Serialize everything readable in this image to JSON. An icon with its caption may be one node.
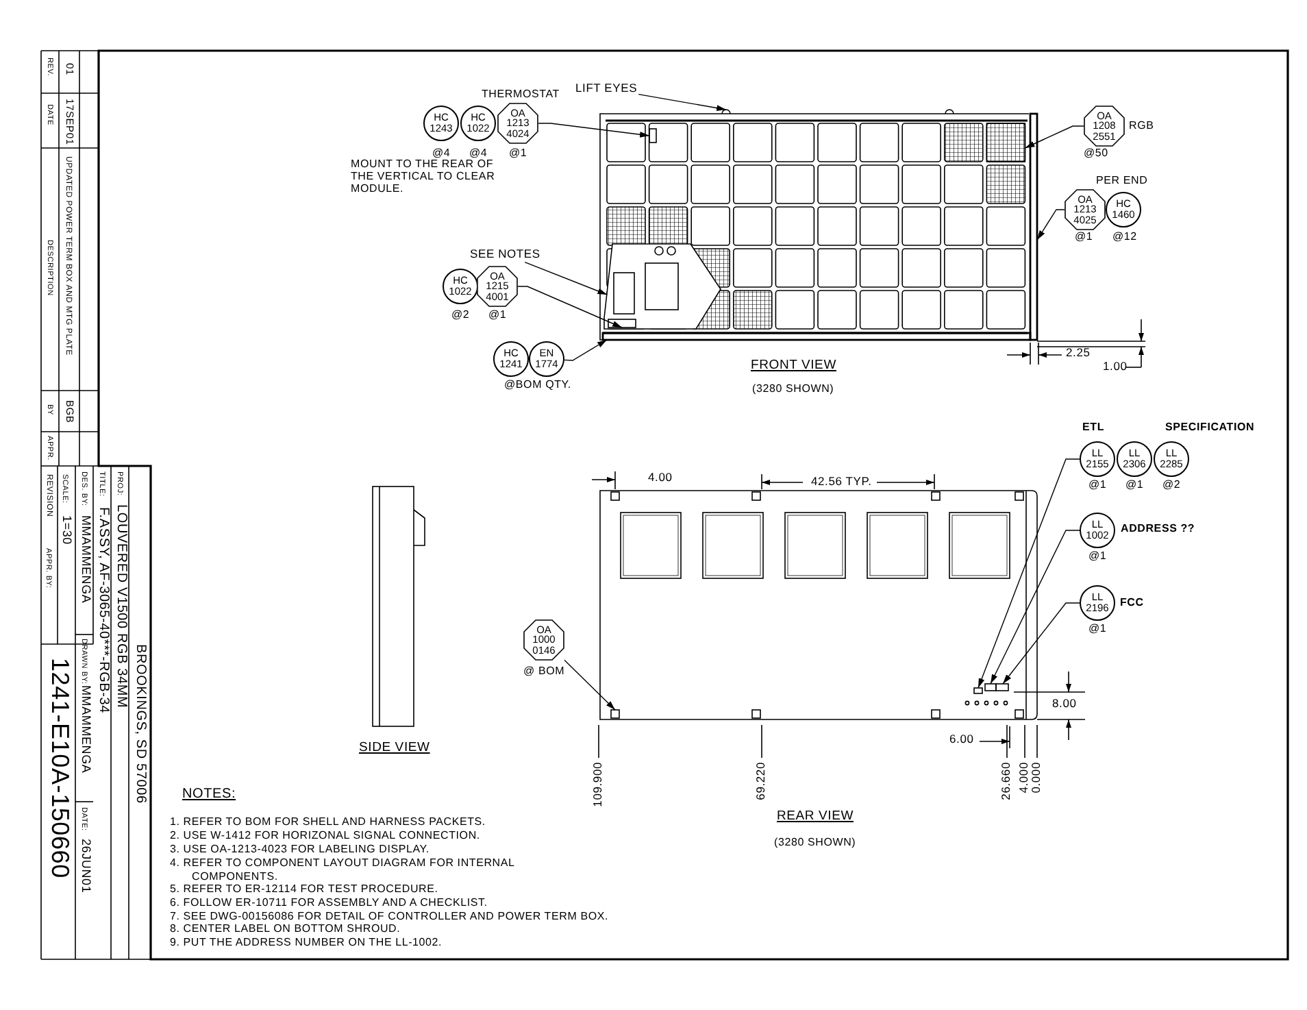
{
  "diagram": {
    "nodes": [
      {
        "text": [
          "LIFT EYES"
        ]
      },
      {
        "text": [
          "HC 1243"
        ],
        "beside": [
          "@4"
        ]
      },
      {
        "text": [
          "HC 1022"
        ],
        "beside": [
          "@4"
        ]
      },
      {
        "text": [
          "OA 1213 4024"
        ],
        "beside": [
          "THERMOSTAT",
          "@1"
        ]
      },
      {
        "text": [
          "SEE NOTES"
        ]
      },
      {
        "text": [
          "HC 1022"
        ],
        "beside": [
          "@2"
        ]
      },
      {
        "text": [
          "OA 1215 4001"
        ],
        "beside": [
          "@1"
        ]
      },
      {
        "text": [
          "HC 1241"
        ]
      },
      {
        "text": [
          "EN 1774"
        ]
      },
      {
        "text": [
          "OA 1208 2551"
        ],
        "beside": [
          "RGB",
          "@50"
        ]
      },
      {
        "text": [
          "OA 1213 4025"
        ],
        "beside": [
          "@1"
        ]
      },
      {
        "text": [
          "HC 1460"
        ],
        "beside": [
          "@12"
        ]
      },
      {
        "text": [
          "LL 2155"
        ],
        "beside": [
          "ETL",
          "@1"
        ]
      },
      {
        "text": [
          "LL 2306"
        ],
        "beside": [
          "@1"
        ]
      },
      {
        "text": [
          "LL 2285"
        ],
        "beside": [
          "SPECIFICATION",
          "@2"
        ]
      },
      {
        "text": [
          "LL 1002"
        ],
        "beside": [
          "ADDRESS ??",
          "@1"
        ]
      },
      {
        "text": [
          "LL 2196"
        ],
        "beside": [
          "FCC",
          "@1"
        ]
      },
      {
        "text": [
          "OA 1000 0146"
        ],
        "beside": [
          "@ BOM"
        ]
      },
      {
        "text": [],
        "shape": "loop"
      },
      {
        "text": [],
        "shape": "box"
      },
      {
        "text": [],
        "shape": "polygon"
      },
      {
        "text": [],
        "shape": "box",
        "in": 20
      },
      {
        "text": [],
        "shape": "bar"
      },
      {
        "text": [],
        "shape": "box"
      },
      {
        "text": [],
        "shape": "bar"
      },
      {
        "text": [],
        "shape": "box"
      },
      {
        "text": [],
        "shape": "box"
      },
      {
        "text": [],
        "shape": "box"
      },
      {
        "text": [],
        "shape": "box"
      }
    ],
    "edges": [
      {
        "from": 0,
        "to": 18,
        "arrow": "to"
      },
      {
        "from": 3,
        "to": 19,
        "arrow": "to"
      },
      {
        "from": 4,
        "to": 20,
        "arrow": "to"
      },
      {
        "from": 6,
        "to": 21,
        "arrow": "to"
      },
      {
        "from": 8,
        "to": 22,
        "arrow": "to"
      },
      {
        "from": 9,
        "to": 23,
        "arrow": "to"
      },
      {
        "from": 10,
        "to": 24,
        "arrow": "to"
      },
      {
        "from": 12,
        "to": 25,
        "arrow": "to"
      },
      {
        "from": 15,
        "to": 26,
        "arrow": "to"
      },
      {
        "from": 16,
        "to": 27,
        "arrow": "to"
      },
      {
        "from": 17,
        "to": 28,
        "arrow": "to"
      }
    ],
    "labels": [
      "MOUNT TO THE REAR OF THE VERTICAL TO CLEAR MODULE.",
      "PER END",
      "FRONT VIEW",
      "(3280 SHOWN)",
      "2.25",
      "1.00",
      "4.00",
      "42.56 TYP.",
      "SIDE VIEW",
      "REAR VIEW",
      "(3280 SHOWN)",
      "109.900",
      "69.220",
      "26.660",
      "4.000",
      "0.000",
      "8.00",
      "6.00",
      "@BOM QTY.",
      "NOTES:",
      "1. REFER TO BOM FOR SHELL AND HARNESS PACKETS.",
      "2. USE W-1412 FOR HORIZONAL SIGNAL CONNECTION.",
      "3. USE OA-1213-4023 FOR LABELING DISPLAY.",
      "4. REFER TO COMPONENT LAYOUT DIAGRAM FOR INTERNAL COMPONENTS.",
      "5. REFER TO ER-12114 FOR TEST PROCEDURE.",
      "6. FOLLOW ER-10711 FOR ASSEMBLY AND A CHECKLIST.",
      "7. SEE DWG-00156086 FOR DETAIL OF CONTROLLER AND POWER TERM BOX.",
      "8. CENTER LABEL ON BOTTOM SHROUD.",
      "9. PUT THE ADDRESS NUMBER ON THE LL-1002.",
      "REV.",
      "DATE",
      "DESCRIPTION",
      "BY",
      "APPR.",
      "01",
      "17SEP01",
      "UPDATED POWER TERM BOX AND MTG PLATE",
      "BGB",
      "BROOKINGS, SD 57006",
      "PROJ:",
      "LOUVERED V1500 RGB 34MM",
      "TITLE:",
      "F.ASSY, AF-3065-40***-RGB-34",
      "DES. BY:",
      "MMAMMENGA",
      "DRAWN BY:",
      "MMAMMENGA",
      "DATE:",
      "26JUN01",
      "REVISION",
      "APPR. BY:",
      "SCALE:",
      "1=30",
      "1241-E10A-150660"
    ]
  }
}
